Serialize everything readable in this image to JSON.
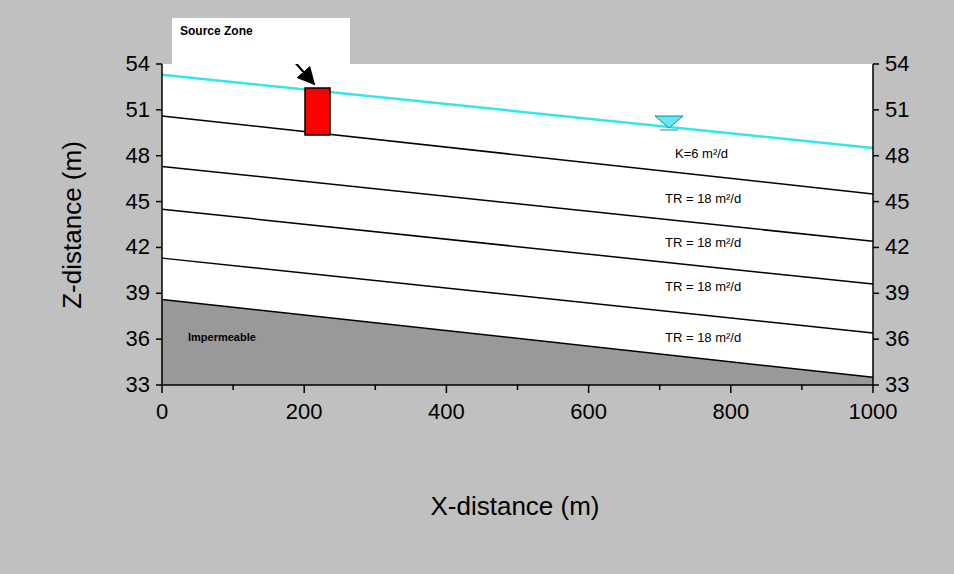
{
  "diagram": {
    "nodes": [
      {
        "text": [
          "Source Zone"
        ]
      }
    ],
    "labels": [
      "Z-distance (m)",
      "X-distance (m)",
      "54",
      "51",
      "48",
      "45",
      "42",
      "39",
      "36",
      "33",
      "54",
      "51",
      "48",
      "45",
      "42",
      "39",
      "36",
      "33",
      "0",
      "200",
      "400",
      "600",
      "800",
      "1000",
      "K=6 m²/d",
      "TR = 18 m²/d",
      "TR = 18 m²/d",
      "TR = 18 m²/d",
      "TR = 18 m²/d",
      "Impermeable"
    ]
  }
}
